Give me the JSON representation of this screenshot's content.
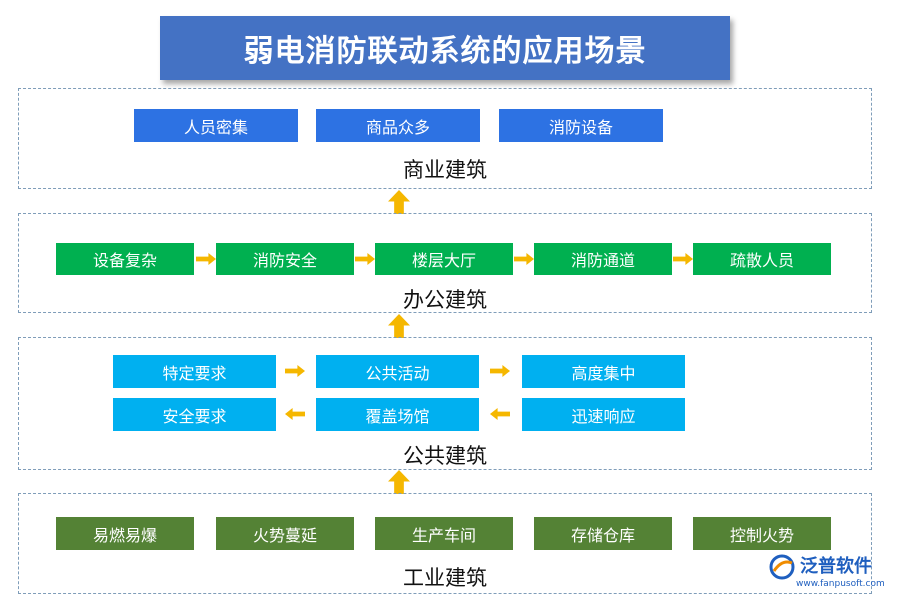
{
  "title": "弱电消防联动系统的应用场景",
  "sections": {
    "commercial": {
      "label": "商业建筑",
      "boxes": [
        "人员密集",
        "商品众多",
        "消防设备"
      ]
    },
    "office": {
      "label": "办公建筑",
      "boxes": [
        "设备复杂",
        "消防安全",
        "楼层大厅",
        "消防通道",
        "疏散人员"
      ]
    },
    "public": {
      "label": "公共建筑",
      "row1": [
        "特定要求",
        "公共活动",
        "高度集中"
      ],
      "row2": [
        "安全要求",
        "覆盖场馆",
        "迅速响应"
      ]
    },
    "industrial": {
      "label": "工业建筑",
      "boxes": [
        "易燃易爆",
        "火势蔓延",
        "生产车间",
        "存储仓库",
        "控制火势"
      ]
    }
  },
  "logo": {
    "name": "泛普软件",
    "url": "www.fanpusoft.com"
  },
  "colors": {
    "title": "#4472c4",
    "commercial": "#2d72e3",
    "office": "#00b050",
    "public": "#00b0f0",
    "industrial": "#548235",
    "arrow": "#f5b700"
  }
}
